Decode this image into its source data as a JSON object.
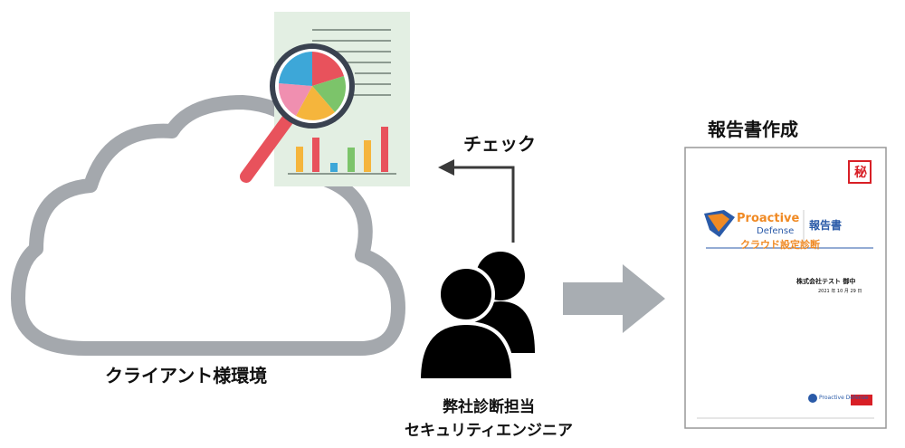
{
  "labels": {
    "client_env": "クライアント様環境",
    "check": "チェック",
    "report_creation": "報告書作成",
    "engineer_line1": "弊社診断担当",
    "engineer_line2": "セキュリティエンジニア"
  },
  "report": {
    "brand_top": "Proactive",
    "brand_bottom": "Defense",
    "doc_type": "報告書",
    "doc_subtitle": "クラウド設定診断",
    "recipient": "株式会社テスト 御中",
    "date": "2021 年 10 月 29 日",
    "stamp": "秘",
    "footer_brand": "Proactive Defense"
  },
  "colors": {
    "cloud": "#a4a8ad",
    "arrow": "#a8adb2",
    "paper": "#e3efe3",
    "magnifier_handle": "#e8525c",
    "brand_orange": "#f08a24",
    "brand_blue": "#2a5aa8",
    "stamp_red": "#d81f26"
  }
}
